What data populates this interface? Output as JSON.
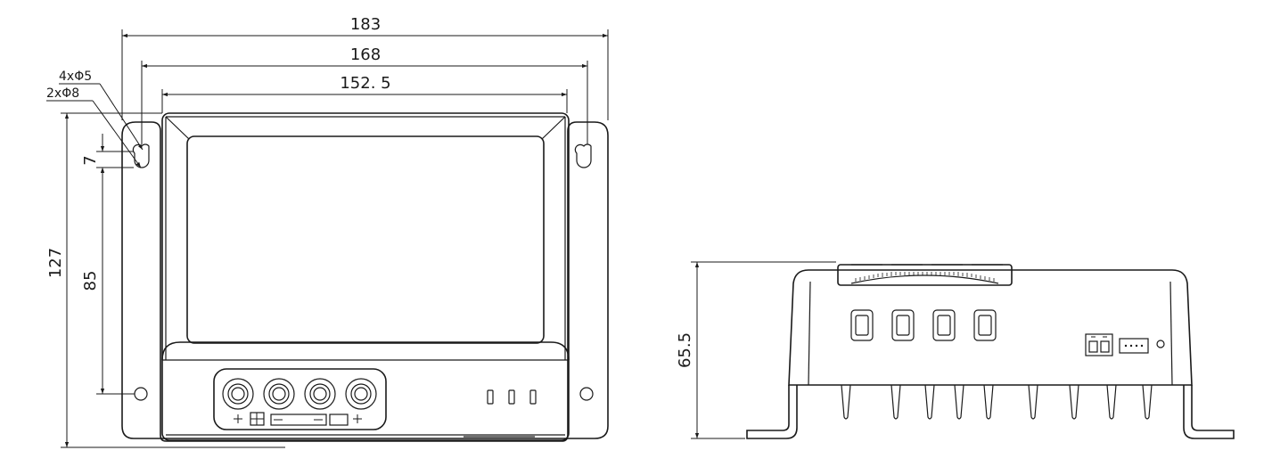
{
  "front_view": {
    "width_overall": "183",
    "width_holes": "168",
    "width_body": "152. 5",
    "height_overall": "127",
    "height_holes": "85",
    "slot_length": "7",
    "hole_callout_small": "4xΦ5",
    "hole_callout_large": "2xΦ8"
  },
  "side_view": {
    "height_overall": "65.5"
  }
}
